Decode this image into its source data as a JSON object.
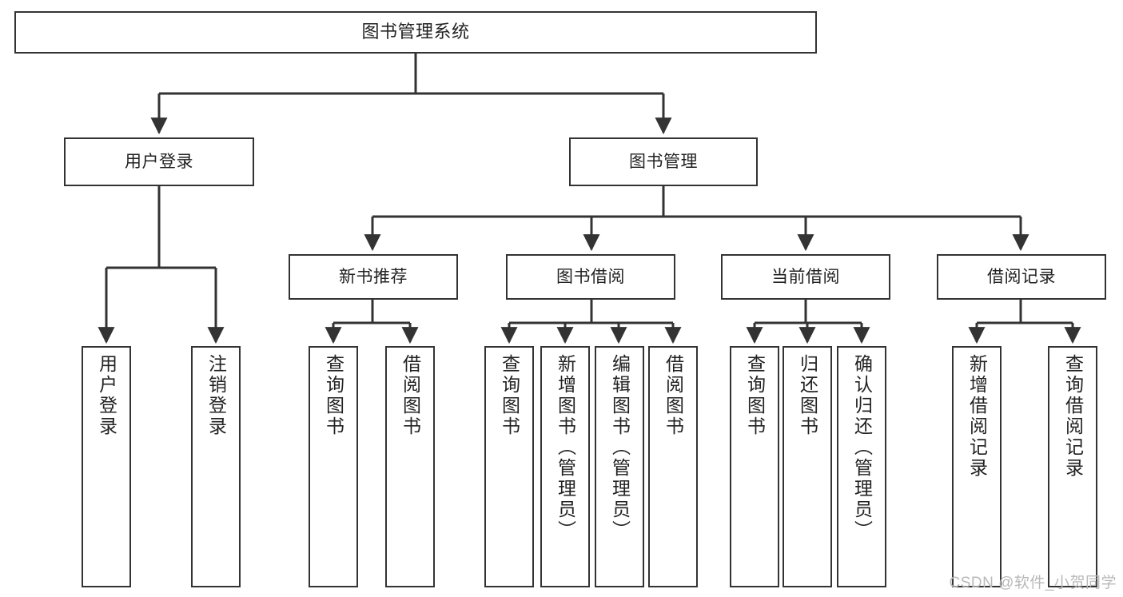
{
  "diagram": {
    "title": "图书管理系统",
    "type": "tree-hierarchy",
    "orientation": "top-down",
    "colors": {
      "box_border": "#333333",
      "box_fill": "#ffffff",
      "edge": "#333333",
      "text": "#222222",
      "watermark": "#b9b9b9",
      "background": "#ffffff"
    },
    "nodes": {
      "root": {
        "label": "图书管理系统",
        "level": 0
      },
      "user_login": {
        "label": "用户登录",
        "level": 1
      },
      "book_manage": {
        "label": "图书管理",
        "level": 1
      },
      "new_book_recommend": {
        "label": "新书推荐",
        "level": 2
      },
      "book_borrow": {
        "label": "图书借阅",
        "level": 2
      },
      "current_borrow": {
        "label": "当前借阅",
        "level": 2
      },
      "borrow_record": {
        "label": "借阅记录",
        "level": 2
      },
      "leaf_user_login": {
        "label": "用户登录",
        "level": 3
      },
      "leaf_logout_login": {
        "label": "注销登录",
        "level": 3
      },
      "leaf_query_book_1": {
        "label": "查询图书",
        "level": 3
      },
      "leaf_borrow_book_1": {
        "label": "借阅图书",
        "level": 3
      },
      "leaf_query_book_2": {
        "label": "查询图书",
        "level": 3
      },
      "leaf_add_book_admin": {
        "label": "新增图书（管理员）",
        "level": 3
      },
      "leaf_edit_book_admin": {
        "label": "编辑图书（管理员）",
        "level": 3
      },
      "leaf_borrow_book_2": {
        "label": "借阅图书",
        "level": 3
      },
      "leaf_query_book_3": {
        "label": "查询图书",
        "level": 3
      },
      "leaf_return_book": {
        "label": "归还图书",
        "level": 3
      },
      "leaf_confirm_return_admin": {
        "label": "确认归还（管理员）",
        "level": 3
      },
      "leaf_add_borrow_record": {
        "label": "新增借阅记录",
        "level": 3
      },
      "leaf_query_borrow_record": {
        "label": "查询借阅记录",
        "level": 3
      }
    },
    "edges": [
      {
        "from": "root",
        "to": "user_login"
      },
      {
        "from": "root",
        "to": "book_manage"
      },
      {
        "from": "user_login",
        "to": "leaf_user_login"
      },
      {
        "from": "user_login",
        "to": "leaf_logout_login"
      },
      {
        "from": "book_manage",
        "to": "new_book_recommend"
      },
      {
        "from": "book_manage",
        "to": "book_borrow"
      },
      {
        "from": "book_manage",
        "to": "current_borrow"
      },
      {
        "from": "book_manage",
        "to": "borrow_record"
      },
      {
        "from": "new_book_recommend",
        "to": "leaf_query_book_1"
      },
      {
        "from": "new_book_recommend",
        "to": "leaf_borrow_book_1"
      },
      {
        "from": "book_borrow",
        "to": "leaf_query_book_2"
      },
      {
        "from": "book_borrow",
        "to": "leaf_add_book_admin"
      },
      {
        "from": "book_borrow",
        "to": "leaf_edit_book_admin"
      },
      {
        "from": "book_borrow",
        "to": "leaf_borrow_book_2"
      },
      {
        "from": "current_borrow",
        "to": "leaf_query_book_3"
      },
      {
        "from": "current_borrow",
        "to": "leaf_return_book"
      },
      {
        "from": "current_borrow",
        "to": "leaf_confirm_return_admin"
      },
      {
        "from": "borrow_record",
        "to": "leaf_add_borrow_record"
      },
      {
        "from": "borrow_record",
        "to": "leaf_query_borrow_record"
      }
    ]
  },
  "watermark": {
    "text": "CSDN @软件_小贺同学"
  }
}
